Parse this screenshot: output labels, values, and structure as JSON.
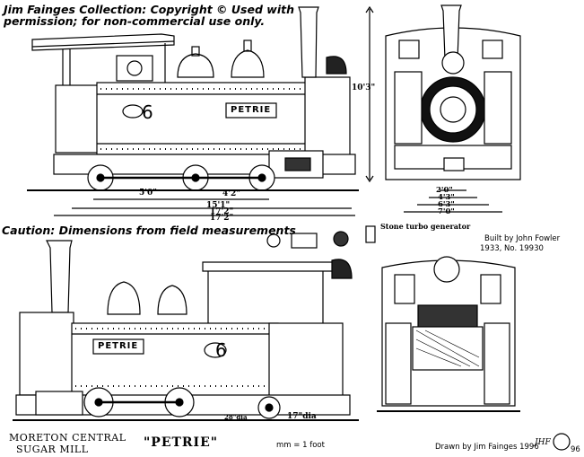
{
  "header": {
    "collection": "Jim Fainges Collection:",
    "copyright_1": " Copyright © Used with",
    "copyright_2": "permission; for non-commercial use only."
  },
  "caution": "Caution: Dimensions from field measurements",
  "dimensions": {
    "height": "10'3\"",
    "wheelbase": "5'0\"",
    "rear_overhang": "4'2\"",
    "frame_length": "15'1\"",
    "length_1": "17'2\"",
    "length_2": "17'2\"",
    "gauge": "2'0\"",
    "width_1": "4'3\"",
    "width_2": "6'3\"",
    "width_3": "7'0\"",
    "wheel_large": "28\"dia",
    "wheel_small": "17\"dia"
  },
  "labels": {
    "turbo_generator": "Stone turbo generator",
    "built_by_1": "Built by John Fowler",
    "built_by_2": "1933, No. 19930",
    "nameplate_top": "PETRIE",
    "nameplate_bottom": "PETRIE",
    "number_top": "6",
    "number_bottom": "6"
  },
  "footer": {
    "owner_1": "MORETON CENTRAL",
    "owner_2": "SUGAR MILL",
    "title": "\"PETRIE\"",
    "scale": "mm = 1 foot",
    "drawn_by": "Drawn by Jim Fainges  1996",
    "signature": "JHF",
    "copyright_year": "96"
  }
}
